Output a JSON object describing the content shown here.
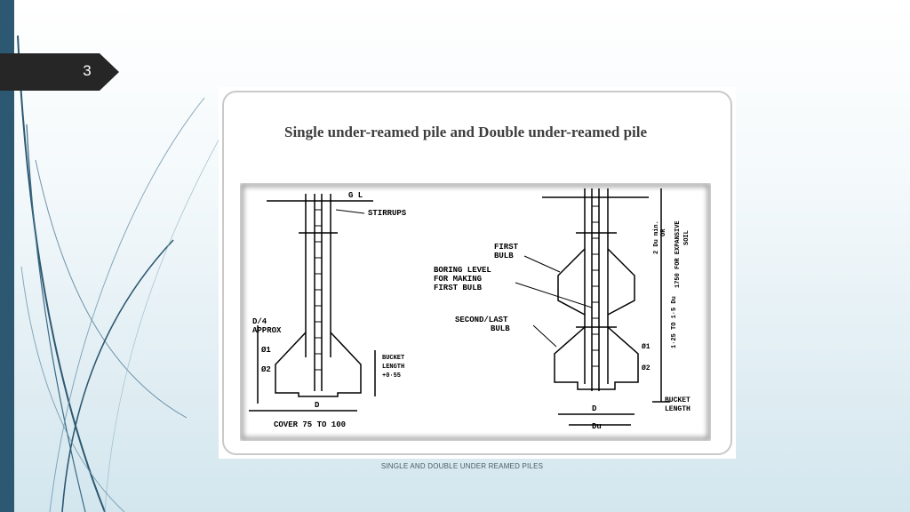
{
  "slide": {
    "number": "3",
    "title": "Single under-reamed pile and Double under-reamed pile",
    "footer": "SINGLE AND DOUBLE UNDER REAMED PILES"
  },
  "colors": {
    "accent": "#2d5871",
    "tab": "#262626",
    "deco_lines": "#3a6a86"
  },
  "diagram": {
    "single_pile": {
      "gl": "G L",
      "stirrups": "STIRRUPS",
      "d4_line1": "D/4",
      "d4_line2": "APPROX",
      "phi1": "Ø1",
      "phi2": "Ø2",
      "bucket_line1": "BUCKET",
      "bucket_line2": "LENGTH",
      "bucket_value": "+0·55",
      "d_label": "D",
      "cover": "COVER 75 TO 100"
    },
    "double_pile": {
      "first_bulb_line1": "FIRST",
      "first_bulb_line2": "BULB",
      "boring_line1": "BORING LEVEL",
      "boring_line2": "FOR MAKING",
      "boring_line3": "FIRST BULB",
      "second_bulb_line1": "SECOND/LAST",
      "second_bulb_line2": "BULB",
      "d_label": "D",
      "du_label": "Du",
      "bucket_line1": "BUCKET",
      "bucket_line2": "LENGTH",
      "dim_top1": "2 Du min.",
      "dim_top2": "OR",
      "dim_top3": "1750 FOR EXPANSIVE",
      "dim_top4": "SOIL",
      "dim_spacing": "1·25 TO 1·5 Du",
      "phi1": "Ø1",
      "phi2": "Ø2"
    }
  }
}
